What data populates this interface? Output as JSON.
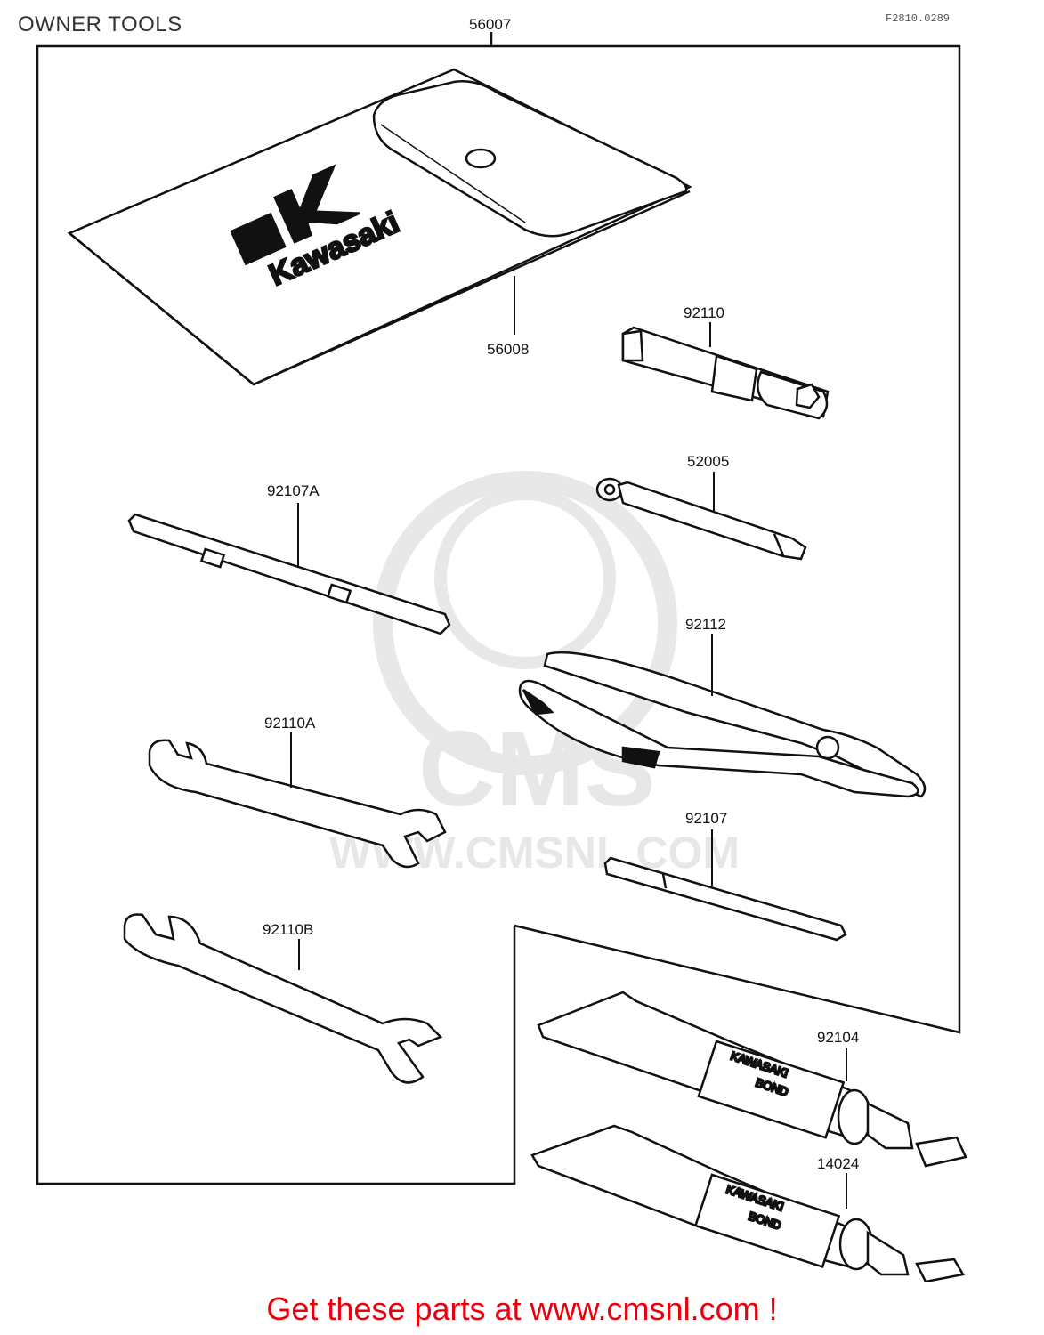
{
  "header": {
    "title": "OWNER TOOLS",
    "ref_code": "F2810.0289"
  },
  "parts": [
    {
      "number": "56007",
      "name": "tool-kit-set"
    },
    {
      "number": "56008",
      "name": "tool-bag"
    },
    {
      "number": "92110",
      "name": "spark-plug-wrench"
    },
    {
      "number": "52005",
      "name": "handle"
    },
    {
      "number": "92107A",
      "name": "screwdriver-double-end"
    },
    {
      "number": "92112",
      "name": "pliers"
    },
    {
      "number": "92110A",
      "name": "open-end-wrench-a"
    },
    {
      "number": "92107",
      "name": "screwdriver"
    },
    {
      "number": "92110B",
      "name": "open-end-wrench-b"
    },
    {
      "number": "92104",
      "name": "bond-tube-a"
    },
    {
      "number": "14024",
      "name": "bond-tube-b"
    }
  ],
  "tube_text": {
    "line1": "KAWASAKI",
    "line2": "BOND"
  },
  "logo_text": "Kawasaki",
  "watermark": {
    "brand": "CMS",
    "url": "WWW.CMSNL.COM"
  },
  "footer": {
    "text": "Get these parts at www.cmsnl.com !",
    "color": "#e8000d"
  }
}
